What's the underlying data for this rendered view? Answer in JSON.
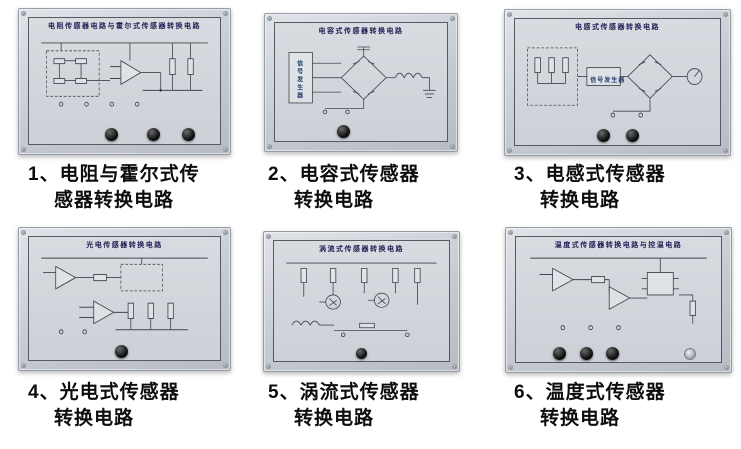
{
  "figure": {
    "background": "#ffffff"
  },
  "panels": [
    {
      "title": "电阻传感器电路与霍尔式传感器转换电路"
    },
    {
      "title": "电容式传感器转换电路",
      "box_label": "信号发生器"
    },
    {
      "title": "电感式传感器转换电路",
      "box_label": "信号发生器"
    },
    {
      "title": "光电传感器转换电路"
    },
    {
      "title": "涡流式传感器转换电路"
    },
    {
      "title": "温度式传感器转换电路与控温电路"
    }
  ],
  "captions": [
    {
      "line1": "1、电阻与霍尔式传",
      "line2": "感器转换电路"
    },
    {
      "line1": "2、电容式传感器",
      "line2": "转换电路"
    },
    {
      "line1": "3、电感式传感器",
      "line2": "转换电路"
    },
    {
      "line1": "4、光电式传感器",
      "line2": "转换电路"
    },
    {
      "line1": "5、涡流式传感器",
      "line2": "转换电路"
    },
    {
      "line1": "6、温度式传感器",
      "line2": "转换电路"
    }
  ],
  "colors": {
    "panel_face": "#ccd1d8",
    "panel_inner": "#d3d8dd",
    "title_text": "#1d1d52",
    "caption_text": "#0d0d0d",
    "schematic_line": "#42474e"
  }
}
